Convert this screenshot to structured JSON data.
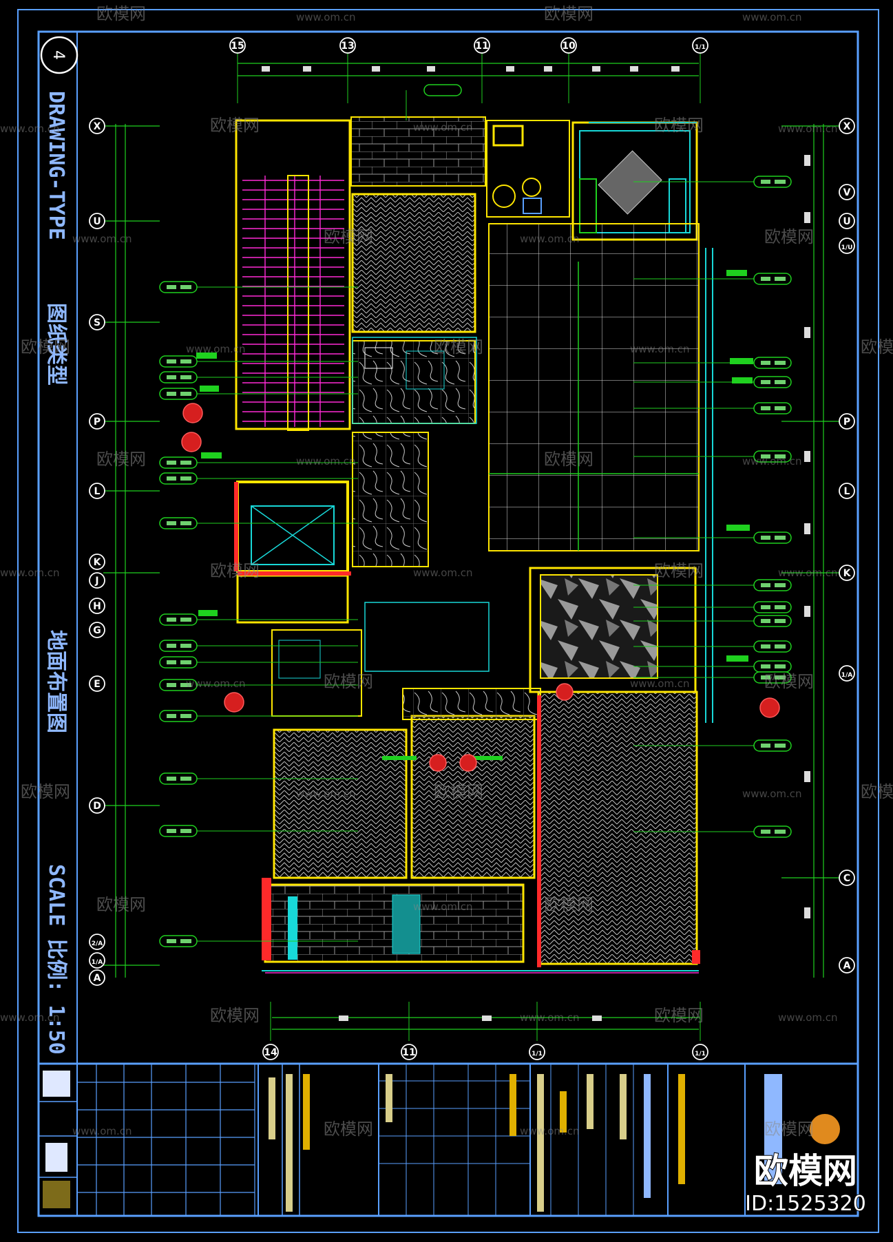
{
  "drawing": {
    "sheet_number": "4",
    "type_label_en": "DRAWING-TYPE",
    "type_label_cn": "图纸类型",
    "title_cn": "地面布置图",
    "scale_label": "SCALE 比例: 1:50"
  },
  "grid": {
    "top": [
      "15",
      "13",
      "11",
      "10",
      "1/1"
    ],
    "bottom": [
      "14",
      "11",
      "1/1",
      "1/1"
    ],
    "left": [
      "X",
      "U",
      "S",
      "P",
      "L",
      "K",
      "J",
      "H",
      "G",
      "E",
      "D",
      "2/A",
      "1/A",
      "A"
    ],
    "right": [
      "X",
      "V",
      "U",
      "1/U",
      "P",
      "L",
      "K",
      "1/A",
      "C",
      "A"
    ]
  },
  "watermark": {
    "brand": "欧模网",
    "site": "www.om.cn",
    "stamp_brand": "欧模网",
    "stamp_id": "ID:1525320"
  },
  "colors": {
    "frame": "#5aa0ff",
    "grid_green": "#1fd11f",
    "wall_yellow": "#ffe600",
    "stair_magenta": "#ff2bd6",
    "cyan": "#18d8d8",
    "red": "#ff2a2a"
  }
}
